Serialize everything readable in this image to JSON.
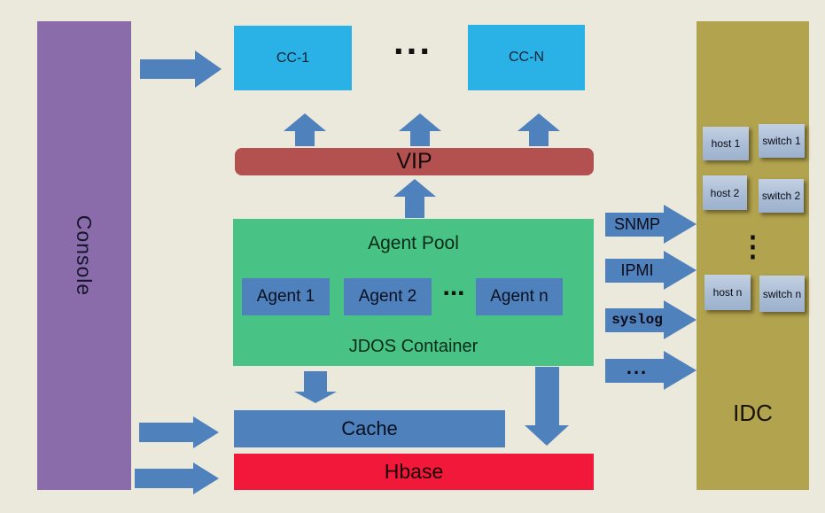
{
  "diagram": {
    "console": {
      "label": "Console"
    },
    "cc_row": {
      "cc1_label": "CC-1",
      "ccn_label": "CC-N",
      "ellipsis": "..."
    },
    "vip": {
      "label": "VIP"
    },
    "agent_pool": {
      "title": "Agent Pool",
      "agents": [
        "Agent 1",
        "Agent 2",
        "Agent n"
      ],
      "ellipsis": "...",
      "container_label": "JDOS Container"
    },
    "cache": {
      "label": "Cache"
    },
    "hbase": {
      "label": "Hbase"
    },
    "protocol_arrows": [
      {
        "label": "SNMP"
      },
      {
        "label": "IPMI"
      },
      {
        "label": "syslog"
      },
      {
        "label": "..."
      }
    ],
    "idc": {
      "label": "IDC",
      "hosts": [
        "host 1",
        "host 2",
        "host n"
      ],
      "switches": [
        "switch 1",
        "switch 2",
        "switch n"
      ],
      "vertical_ellipsis": "⋮"
    },
    "colors": {
      "background": "#ebe8dc",
      "console_purple": "#8a6cab",
      "cc_cyan": "#2ab2e6",
      "vip_red": "#b35150",
      "agent_pool_green": "#49c285",
      "steel_blue": "#4f81bd",
      "hbase_red": "#f2183a",
      "idc_olive": "#b2a34e",
      "node_blue": "#aabdd6"
    }
  }
}
